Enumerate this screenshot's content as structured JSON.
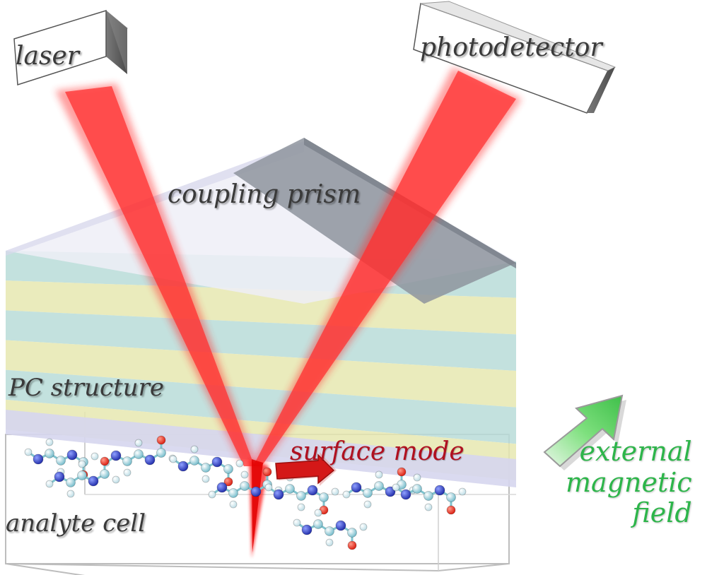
{
  "labels": {
    "laser": "laser",
    "photodetector": "photodetector",
    "coupling_prism": "coupling prism",
    "pc_structure": "PC structure",
    "analyte_cell": "analyte cell",
    "surface_mode": "surface mode",
    "external_field": [
      "external",
      "magnetic",
      "field"
    ]
  },
  "colors": {
    "beam": "#ff2a2a",
    "surface_mode_text": "#b01020",
    "field_text": "#2db54a",
    "layer_blue": "#b8dcd8",
    "layer_yellow": "#e6e8b0",
    "prism": "#9aa0aa",
    "analyte_cell": "#d6d6ee"
  },
  "structure": {
    "pc_layers": [
      "blue",
      "yellow",
      "blue",
      "yellow",
      "blue",
      "yellow"
    ],
    "molecule_atoms": [
      "carbon",
      "nitrogen",
      "oxygen",
      "hydrogen"
    ]
  },
  "icons": {
    "laser": "box-device-icon",
    "photodetector": "box-device-icon",
    "field_arrow": "green-arrow-icon",
    "surface_arrow": "red-arrow-icon"
  }
}
